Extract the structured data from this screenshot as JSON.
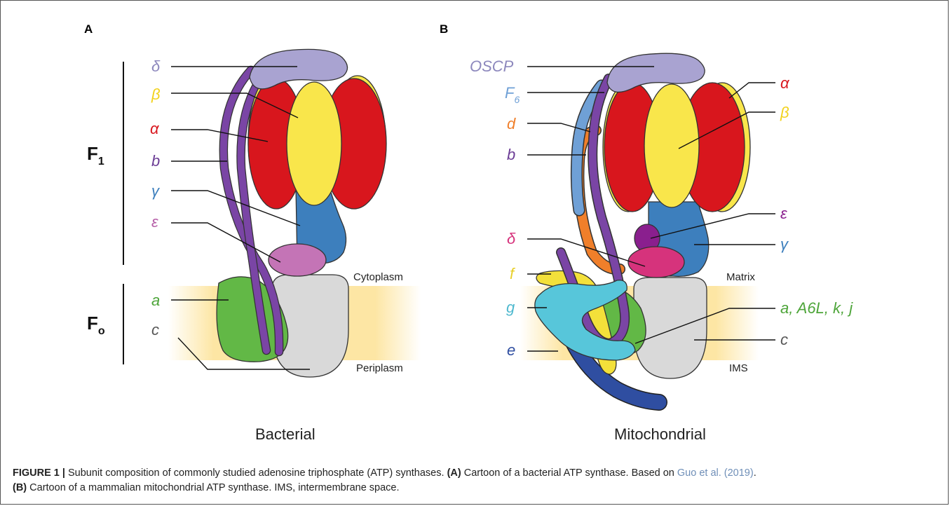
{
  "figure": {
    "panels": {
      "a": "A",
      "b": "B"
    },
    "titles": {
      "bacterial": "Bacterial",
      "mitochondrial": "Mitochondrial"
    },
    "domains": {
      "f1": "F",
      "f1_sub": "1",
      "fo": "F",
      "fo_sub": "o"
    },
    "bacterial_labels": {
      "delta": "δ",
      "beta": "β",
      "alpha": "α",
      "b": "b",
      "gamma": "γ",
      "epsilon": "ε",
      "a": "a",
      "c": "c",
      "cytoplasm": "Cytoplasm",
      "periplasm": "Periplasm"
    },
    "mito_labels": {
      "oscp": "OSCP",
      "f6": "F",
      "f6_sub": "6",
      "d": "d",
      "b": "b",
      "delta": "δ",
      "f": "f",
      "g": "g",
      "e": "e",
      "alpha": "α",
      "beta": "β",
      "epsilon": "ε",
      "gamma": "γ",
      "a_group": "a, A6L, k, j",
      "c": "c",
      "matrix": "Matrix",
      "ims": "IMS"
    },
    "colors": {
      "alpha": "#d8161d",
      "beta": "#f9e64b",
      "gamma": "#3d7fbd",
      "delta_bact": "#a9a3d1",
      "epsilon_bact": "#c474b6",
      "b": "#7a45a5",
      "a": "#62b846",
      "c": "#d9d9d9",
      "oscp": "#a9a3d1",
      "f6": "#6fa0d6",
      "d": "#f07f2a",
      "delta_mito": "#d6337c",
      "epsilon_mito": "#8a1f8e",
      "g": "#57c6da",
      "e": "#2f4ea1",
      "f": "#f3e03a",
      "membrane": "#fde6a4"
    }
  },
  "caption": {
    "label": "FIGURE 1 |",
    "text1": " Subunit composition of commonly studied adenosine triphosphate (ATP) synthases. ",
    "a_tag": "(A)",
    "text2": " Cartoon of a bacterial ATP synthase. Based on ",
    "ref": "Guo et al. (2019)",
    "text3": ".",
    "b_tag": "(B)",
    "text4": " Cartoon of a mammalian mitochondrial ATP synthase. IMS, intermembrane space."
  }
}
